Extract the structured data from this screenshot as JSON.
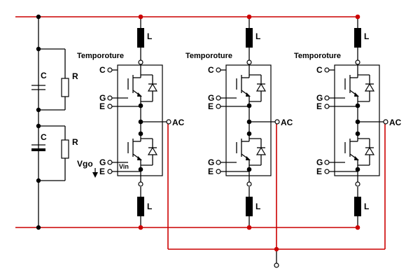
{
  "colors": {
    "bus": "#cc0000",
    "wire": "#000000",
    "junction_red": "#cc0000",
    "junction_black": "#000000"
  },
  "labels": {
    "inductor": "L",
    "capacitor": "C",
    "resistor": "R",
    "temperature": "Temporoture",
    "collector": "C",
    "gate": "G",
    "emitter": "E",
    "ac": "AC",
    "vgo": "Vgo",
    "vin": "Vin"
  },
  "modules": [
    {
      "id": "phase-1",
      "has_vgo": true
    },
    {
      "id": "phase-2",
      "has_vgo": false
    },
    {
      "id": "phase-3",
      "has_vgo": false
    }
  ]
}
